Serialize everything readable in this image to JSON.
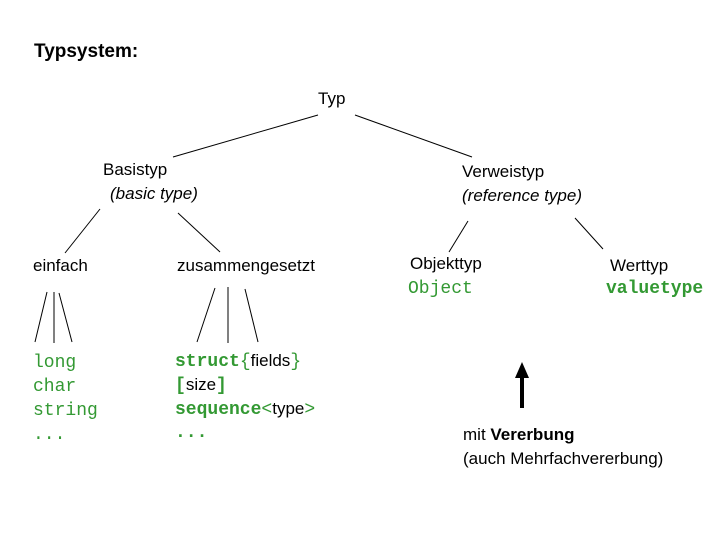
{
  "colors": {
    "green": "#339933",
    "text": "#000000",
    "background": "#ffffff",
    "line": "#000000"
  },
  "title": "Typsystem:",
  "tree": {
    "root": {
      "label": "Typ"
    },
    "basistyp": {
      "label": "Basistyp",
      "sublabel": "(basic type)"
    },
    "verweistyp": {
      "label": "Verweistyp",
      "sublabel": "(reference type)"
    },
    "einfach": {
      "label": "einfach"
    },
    "zusammengesetzt": {
      "label": "zusammengesetzt"
    },
    "objekttyp": {
      "label": "Objekttyp",
      "idl": "Object"
    },
    "werttyp": {
      "label": "Werttyp",
      "idl": "valuetype"
    }
  },
  "examples": {
    "einfach": [
      "long",
      "char",
      "string",
      "..."
    ],
    "zusammengesetzt": [
      {
        "kw": "struct",
        "open": "{",
        "arg": "fields",
        "close": "}"
      },
      {
        "kw": "",
        "open": "[",
        "arg": "size",
        "close": "]"
      },
      {
        "kw": "sequence",
        "open": "<",
        "arg": "type",
        "close": ">"
      },
      {
        "kw": "...",
        "open": "",
        "arg": "",
        "close": ""
      }
    ]
  },
  "annotation": {
    "prefix": "mit ",
    "emphasis": "Vererbung",
    "line2": "(auch Mehrfachvererbung)"
  }
}
